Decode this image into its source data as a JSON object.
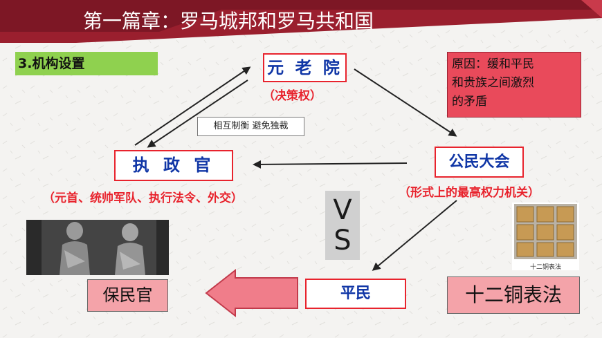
{
  "header": {
    "title": "第一篇章：罗马城邦和罗马共和国"
  },
  "section": {
    "label": "3.机构设置"
  },
  "nodes": {
    "senate": {
      "label": "元 老 院",
      "note": "（决策权）"
    },
    "consul": {
      "label": "执 政 官",
      "note": "（元首、统帅军队、执行法令、外交）"
    },
    "assembly": {
      "label": "公民大会",
      "note": "（形式上的最高权力机关）"
    },
    "plebs": {
      "label": "平民"
    },
    "tribune": {
      "label": "保民官"
    },
    "tables": {
      "label": "十二铜表法"
    }
  },
  "reason": {
    "line1": "原因：缓和平民",
    "line2": "和贵族之间激烈",
    "line3": "的矛盾"
  },
  "check_label": "相互制衡 避免独裁",
  "vs": {
    "top": "V",
    "bottom": "S"
  },
  "image_caption": "十二铜表法",
  "colors": {
    "header": "#8b1a2b",
    "accent": "#e8232d",
    "box_text": "#1036a6",
    "highlight": "#8fd14f",
    "note_fill": "#e94a5b",
    "pink_box": "#f4a3a9"
  },
  "icons": {
    "statue": "roman-statue-image",
    "law_tablets": "bronze-tablets-image"
  }
}
